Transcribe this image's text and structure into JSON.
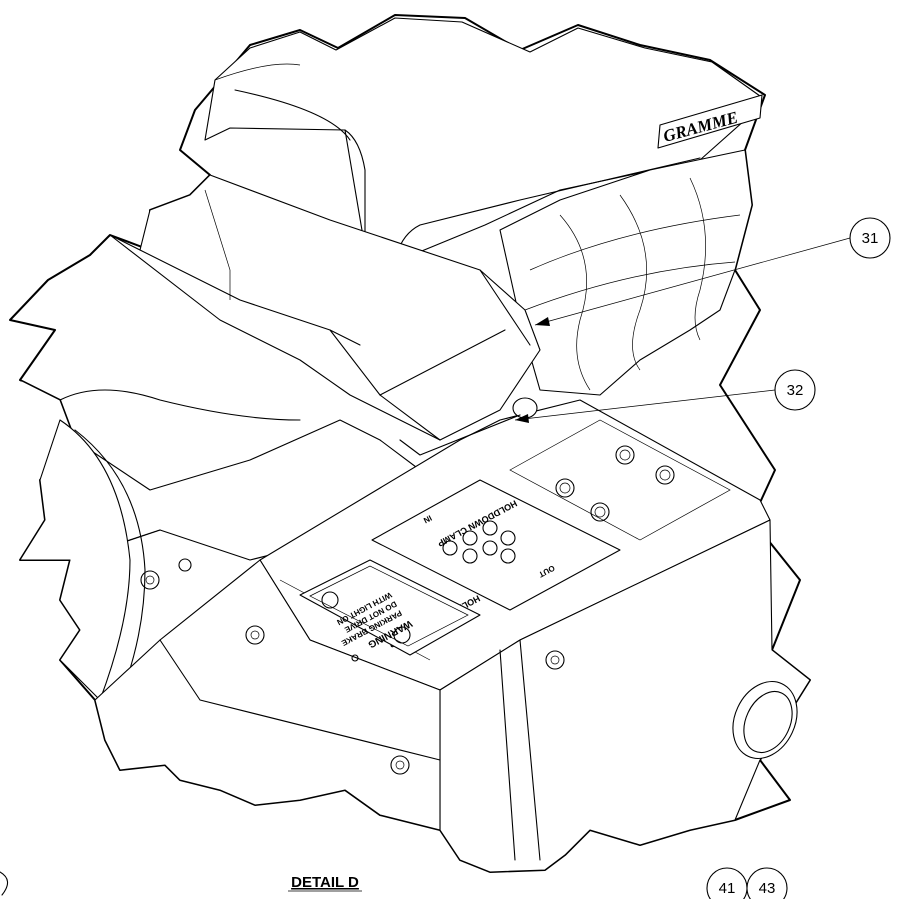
{
  "brand_text": "GRAMME",
  "callouts": [
    "31",
    "32",
    "41",
    "43"
  ],
  "caption": "DETAIL D",
  "placards": {
    "warning": [
      "WARNING",
      "PARKING BRAKE",
      "DO NOT DRIVE",
      "WITH LIGHT ON"
    ],
    "unclamp_title": "HOLDDOWN UNCLAMP",
    "clamp_title": "HOLDDOWN CLAMP",
    "in_label": "IN",
    "out_label": "OUT"
  }
}
